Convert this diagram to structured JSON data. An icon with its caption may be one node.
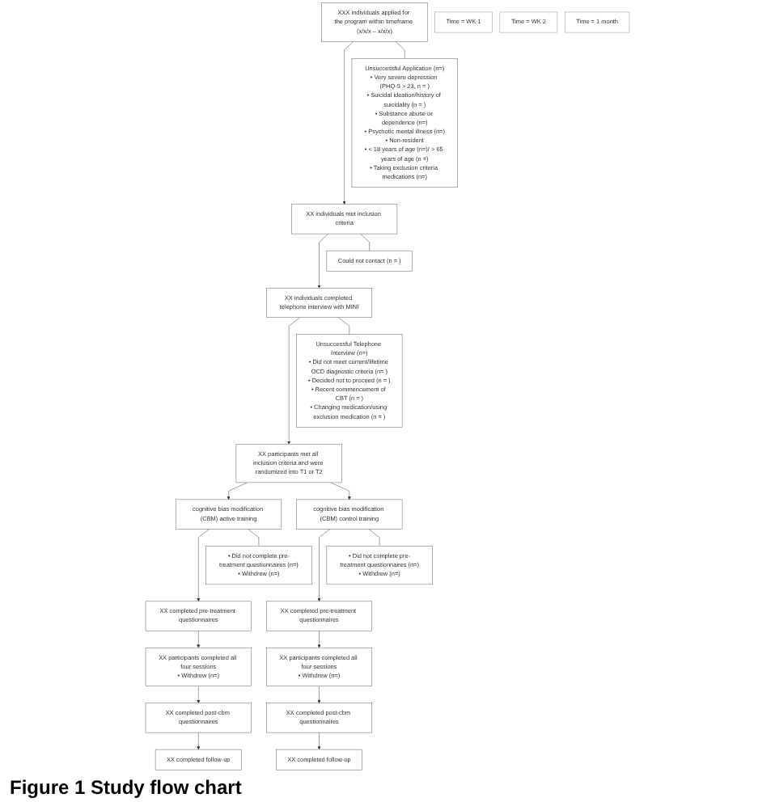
{
  "diagram": {
    "caption": "Figure 1 Study flow chart",
    "nodes": [
      {
        "text": [
          "XXX individuals applied for the program within timeframe (x/x/x – x/x/x)"
        ]
      },
      {
        "text": [
          "Unsuccessful Application (n=)",
          "• Very severe depression (PHQ-9 > 23, n = )",
          "• Suicidal ideation/history of suicidality (n = )",
          "• Substance abuse or dependence (n=)",
          "• Psychotic mental illness (n=)",
          "• Non-resident",
          "• < 18 years of age (n=)/ > 65 years of age (n =)",
          "• Taking exclusion criteria medications (n=)"
        ]
      },
      {
        "text": [
          "XX individuals met inclusion criteria"
        ]
      },
      {
        "text": [
          "Could not contact (n = )"
        ]
      },
      {
        "text": [
          "XX individuals completed telephone interview with MINI"
        ]
      },
      {
        "text": [
          "Unsuccessful Telephone Interview (n=)",
          "• Did not meet current/lifetime OCD diagnostic criteria (n= )",
          "• Decided not to proceed (n = )",
          "• Recent commencement of CBT (n = )",
          "• Changing medication/using exclusion medication (n = )"
        ]
      },
      {
        "text": [
          "XX participants met all inclusion criteria and were randomized into T1 or T2"
        ]
      },
      {
        "text": [
          "cognitive bias modification (CBM) active training"
        ]
      },
      {
        "text": [
          "cognitive bias modification (CBM) control training"
        ]
      },
      {
        "text": [
          "• Did not complete pre-treatment questionnaires (n=)",
          "• Withdrew (n=)"
        ]
      },
      {
        "text": [
          "• Did not complete pre-treatment questionnaires (n=)",
          "• Withdrew (n=)"
        ]
      },
      {
        "text": [
          "Time = WK 1"
        ]
      },
      {
        "text": [
          "XX completed pre-treatment questionnaires"
        ]
      },
      {
        "text": [
          "XX completed pre-treatment questionnaires"
        ]
      },
      {
        "text": [
          "XX participants completed all four sessions",
          "• Withdrew (n=)"
        ]
      },
      {
        "text": [
          "XX participants completed all four sessions",
          "• Withdrew (n=)"
        ]
      },
      {
        "text": [
          "Time = WK 2"
        ]
      },
      {
        "text": [
          "XX completed post-cbm questionnaires"
        ]
      },
      {
        "text": [
          "XX completed post-cbm questionnaires"
        ]
      },
      {
        "text": [
          "XX completed follow-up"
        ]
      },
      {
        "text": [
          "Time = 1 month"
        ]
      },
      {
        "text": [
          "XX completed follow-up"
        ]
      }
    ],
    "edges": [
      {
        "from": 0,
        "to": 2,
        "arrow": "to"
      },
      {
        "from": 0,
        "to": 1,
        "arrow": "none"
      },
      {
        "from": 2,
        "to": 4,
        "arrow": "to"
      },
      {
        "from": 2,
        "to": 3,
        "arrow": "none"
      },
      {
        "from": 4,
        "to": 6,
        "arrow": "to"
      },
      {
        "from": 4,
        "to": 5,
        "arrow": "none"
      },
      {
        "from": 6,
        "to": 7,
        "arrow": "to"
      },
      {
        "from": 6,
        "to": 8,
        "arrow": "to"
      },
      {
        "from": 7,
        "to": 12,
        "arrow": "to"
      },
      {
        "from": 7,
        "to": 9,
        "arrow": "none"
      },
      {
        "from": 8,
        "to": 13,
        "arrow": "to"
      },
      {
        "from": 8,
        "to": 10,
        "arrow": "none"
      },
      {
        "from": 12,
        "to": 14,
        "arrow": "to"
      },
      {
        "from": 13,
        "to": 15,
        "arrow": "to"
      },
      {
        "from": 14,
        "to": 17,
        "arrow": "to"
      },
      {
        "from": 15,
        "to": 18,
        "arrow": "to"
      },
      {
        "from": 17,
        "to": 19,
        "arrow": "to"
      },
      {
        "from": 18,
        "to": 21,
        "arrow": "to"
      }
    ]
  }
}
